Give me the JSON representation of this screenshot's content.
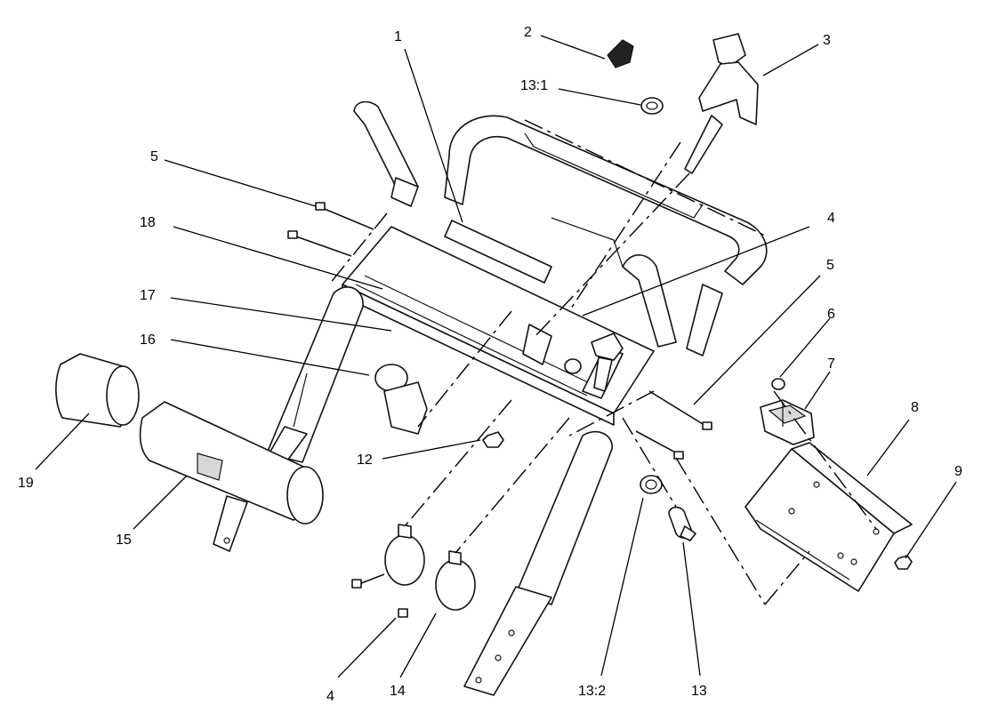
{
  "callouts": {
    "c1": "1",
    "c2": "2",
    "c3": "3",
    "c4a": "4",
    "c4b": "4",
    "c5a": "5",
    "c5b": "5",
    "c6": "6",
    "c7": "7",
    "c8": "8",
    "c9": "9",
    "c12": "12",
    "c13": "13",
    "c13_1": "13:1",
    "c13_2": "13:2",
    "c14": "14",
    "c15": "15",
    "c16": "16",
    "c17": "17",
    "c18": "18",
    "c19": "19"
  },
  "colors": {
    "line": "#111111",
    "fill": "#ffffff",
    "shade": "#d8d8d8"
  }
}
